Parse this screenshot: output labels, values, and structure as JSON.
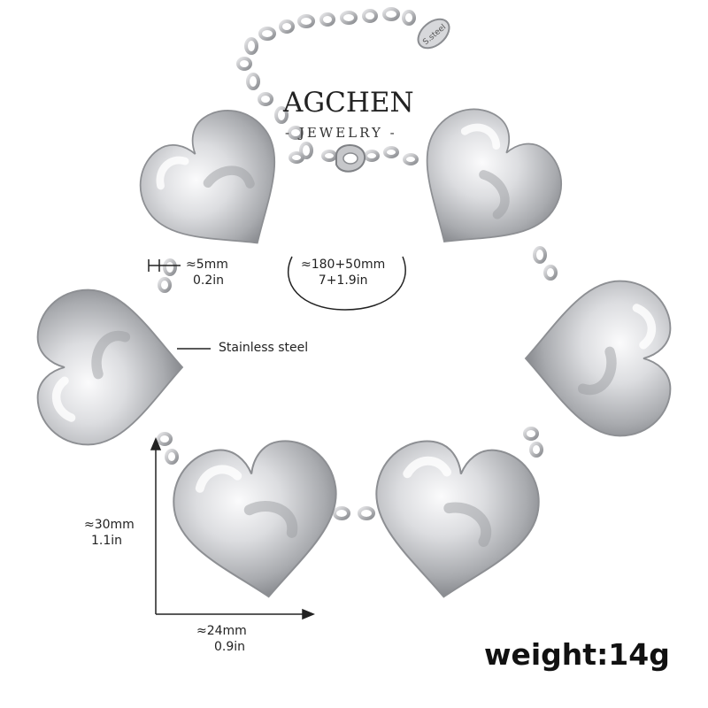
{
  "brand": {
    "name": "AGCHEN",
    "sub": "- JEWELRY -"
  },
  "tag_engraving": "S.steel",
  "dimensions": {
    "link": {
      "mm": "≈5mm",
      "in": "0.2in"
    },
    "length": {
      "mm": "≈180+50mm",
      "in": "7+1.9in"
    },
    "height": {
      "mm": "≈30mm",
      "in": "1.1in"
    },
    "width": {
      "mm": "≈24mm",
      "in": "0.9in"
    }
  },
  "material": "Stainless steel",
  "weight": "weight:14g",
  "colors": {
    "metal_light": "#f4f4f6",
    "metal_mid": "#c9cacd",
    "metal_dark": "#7d7f84",
    "text": "#222222"
  }
}
